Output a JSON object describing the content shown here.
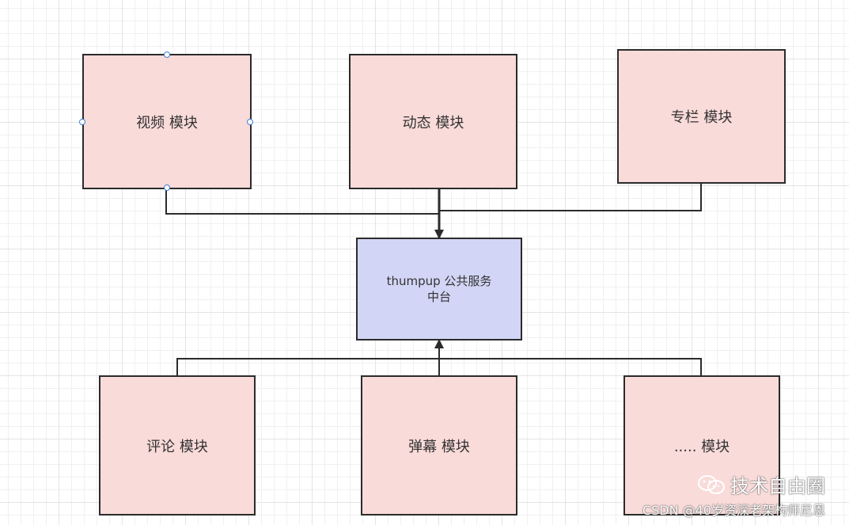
{
  "diagram": {
    "modules_top": [
      {
        "label": "视频 模块"
      },
      {
        "label": "动态 模块"
      },
      {
        "label": "专栏 模块"
      }
    ],
    "center": {
      "line1": "thumpup 公共服务",
      "line2": "中台"
    },
    "modules_bottom": [
      {
        "label": "评论 模块"
      },
      {
        "label": "弹幕 模块"
      },
      {
        "label": "..... 模块"
      }
    ]
  },
  "colors": {
    "module_fill": "#f9dbd9",
    "center_fill": "#d3d5f6",
    "stroke": "#2b2b2b",
    "selection_handle": "#3d7fd8"
  },
  "watermark": {
    "brand": "技术自由圈",
    "credit": "CSDN @40岁资深老架构师尼恩",
    "icon": "wechat-icon"
  }
}
